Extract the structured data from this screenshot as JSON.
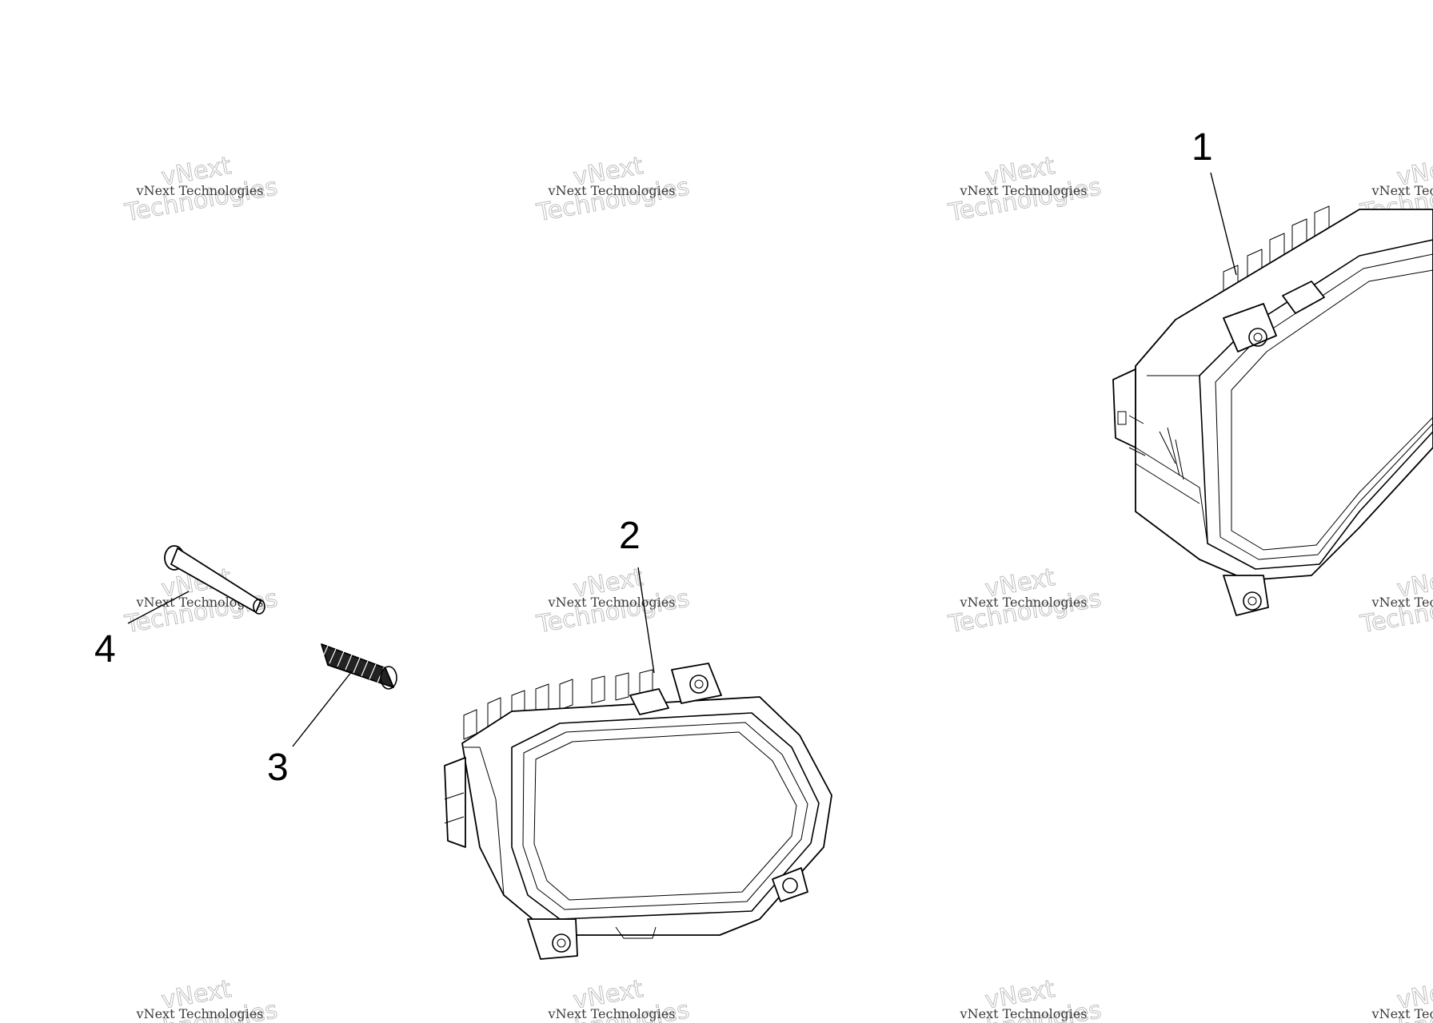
{
  "watermark": {
    "line_small": "vNext Technologies",
    "line_big_top": "vNext",
    "line_big_bottom": "Technologies"
  },
  "callouts": [
    {
      "id": "1",
      "label": "1",
      "part": "headlight-assembly-right"
    },
    {
      "id": "2",
      "label": "2",
      "part": "headlight-assembly-left"
    },
    {
      "id": "3",
      "label": "3",
      "part": "spring"
    },
    {
      "id": "4",
      "label": "4",
      "part": "pin"
    }
  ],
  "colors": {
    "background": "#ffffff",
    "line": "#000000",
    "watermark_outline": "#b8b8b8",
    "watermark_text": "#3a3a3a"
  }
}
